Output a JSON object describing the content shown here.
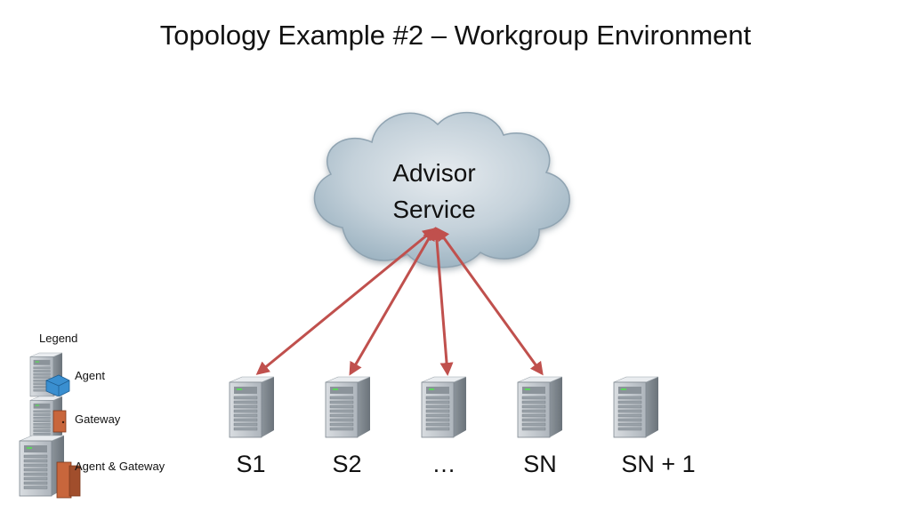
{
  "slide": {
    "title": "Topology Example #2 – Workgroup Environment"
  },
  "cloud": {
    "line1": "Advisor",
    "line2": "Service"
  },
  "servers": [
    {
      "label": "S1"
    },
    {
      "label": "S2"
    },
    {
      "label": "…"
    },
    {
      "label": "SN"
    },
    {
      "label": "SN + 1"
    }
  ],
  "legend": {
    "title": "Legend",
    "items": [
      {
        "label": "Agent",
        "icon": "agent-server-icon"
      },
      {
        "label": "Gateway",
        "icon": "gateway-server-icon"
      },
      {
        "label": "Agent & Gateway",
        "icon": "agent-gateway-server-icon"
      }
    ]
  },
  "colors": {
    "arrow": "#c0504d",
    "cloud_fill": "#b9c9d4",
    "agent_cube": "#3a8fd0",
    "gateway_door": "#c8663c"
  }
}
